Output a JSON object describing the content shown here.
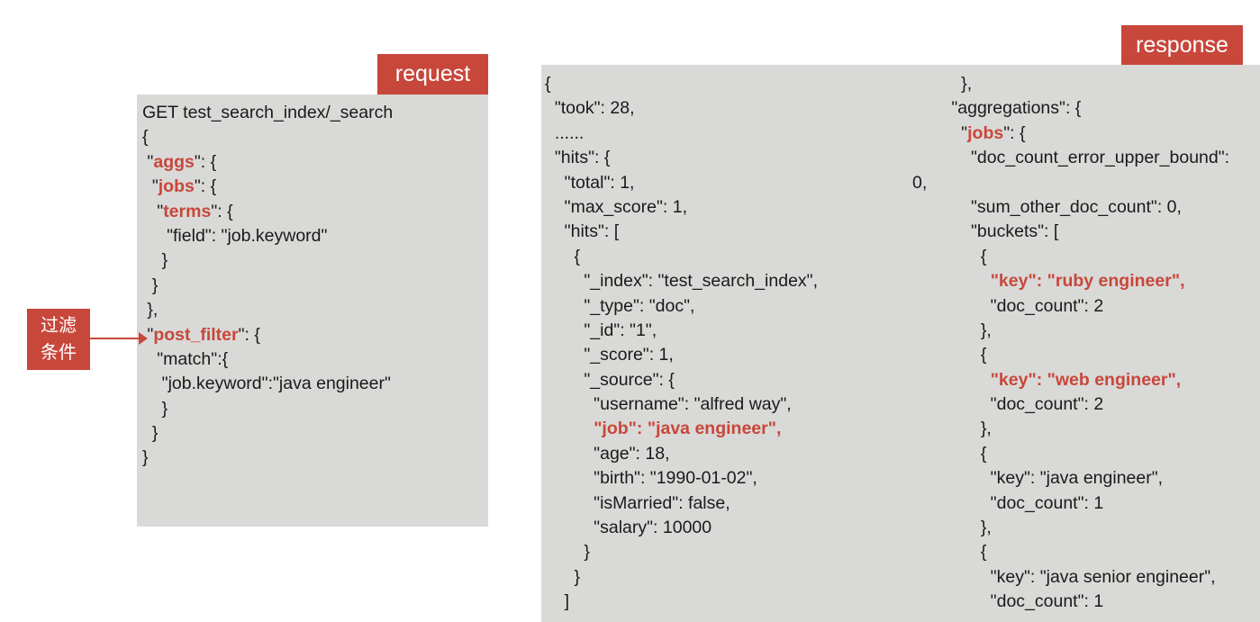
{
  "request": {
    "tag": "request",
    "lines": [
      [
        "GET test_search_index/_search"
      ],
      [
        "{"
      ],
      [
        " \"",
        {
          "hl": "aggs"
        },
        "\": {"
      ],
      [
        "  \"",
        {
          "hl": "jobs"
        },
        "\": {"
      ],
      [
        "   \"",
        {
          "hl": "terms"
        },
        "\": {"
      ],
      [
        "     \"field\": \"job.keyword\""
      ],
      [
        "    }"
      ],
      [
        "  }"
      ],
      [
        " },"
      ],
      [
        " \"",
        {
          "hl": "post_filter"
        },
        "\": {"
      ],
      [
        "   \"match\":{"
      ],
      [
        "    \"job.keyword\":\"java engineer\""
      ],
      [
        "    }"
      ],
      [
        "  }"
      ],
      [
        "}"
      ]
    ]
  },
  "side_label": {
    "line1": "过滤",
    "line2": "条件"
  },
  "response": {
    "tag": "response",
    "left_lines": [
      [
        "{"
      ],
      [
        "  \"took\": 28,"
      ],
      [
        "  ......"
      ],
      [
        "  \"hits\": {"
      ],
      [
        "    \"total\": 1,"
      ],
      [
        "    \"max_score\": 1,"
      ],
      [
        "    \"hits\": ["
      ],
      [
        "      {"
      ],
      [
        "        \"_index\": \"test_search_index\","
      ],
      [
        "        \"_type\": \"doc\","
      ],
      [
        "        \"_id\": \"1\","
      ],
      [
        "        \"_score\": 1,"
      ],
      [
        "        \"_source\": {"
      ],
      [
        "          \"username\": \"alfred way\","
      ],
      [
        "          ",
        {
          "hl": "\"job\": \"java engineer\","
        }
      ],
      [
        "          \"age\": 18,"
      ],
      [
        "          \"birth\": \"1990-01-02\","
      ],
      [
        "          \"isMarried\": false,"
      ],
      [
        "          \"salary\": 10000"
      ],
      [
        "        }"
      ],
      [
        "      }"
      ],
      [
        "    ]"
      ]
    ],
    "right_lines": [
      [
        "          },"
      ],
      [
        "        \"aggregations\": {"
      ],
      [
        "          \"",
        {
          "hl": "jobs"
        },
        "\": {"
      ],
      [
        "            \"doc_count_error_upper_bound\":"
      ],
      [
        "0,"
      ],
      [
        "            \"sum_other_doc_count\": 0,"
      ],
      [
        "            \"buckets\": ["
      ],
      [
        "              {"
      ],
      [
        "                ",
        {
          "hl": "\"key\": \"ruby engineer\","
        }
      ],
      [
        "                \"doc_count\": 2"
      ],
      [
        "              },"
      ],
      [
        "              {"
      ],
      [
        "                ",
        {
          "hl": "\"key\": \"web engineer\","
        }
      ],
      [
        "                \"doc_count\": 2"
      ],
      [
        "              },"
      ],
      [
        "              {"
      ],
      [
        "                \"key\": \"java engineer\","
      ],
      [
        "                \"doc_count\": 1"
      ],
      [
        "              },"
      ],
      [
        "              {"
      ],
      [
        "                \"key\": \"java senior engineer\","
      ],
      [
        "                \"doc_count\": 1"
      ]
    ]
  },
  "colors": {
    "accent": "#c8473b",
    "panel": "#d9d9d7"
  }
}
